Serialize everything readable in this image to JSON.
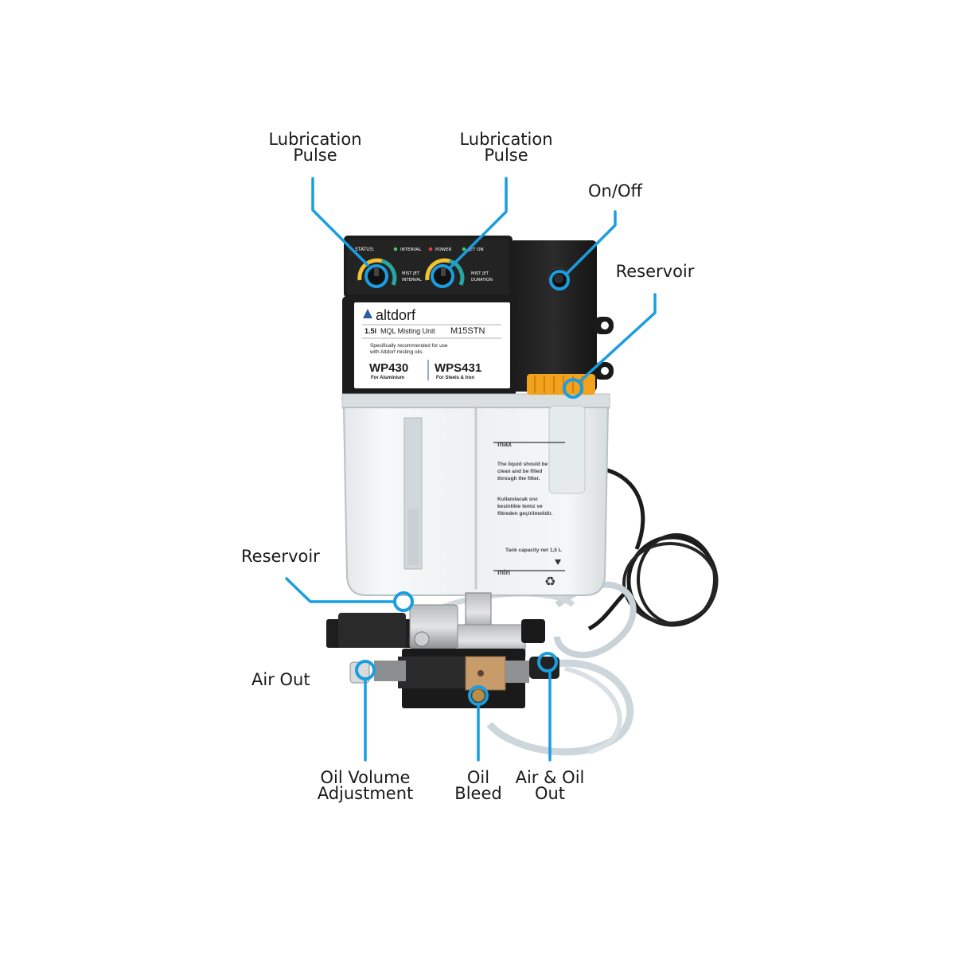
{
  "callouts": [
    {
      "id": "lube1",
      "lines": [
        "Lubrication",
        "Pulse"
      ]
    },
    {
      "id": "lube2",
      "lines": [
        "Lubrication",
        "Pulse"
      ]
    },
    {
      "id": "onoff",
      "lines": [
        "On/Off"
      ]
    },
    {
      "id": "res1",
      "lines": [
        "Reservoir"
      ]
    },
    {
      "id": "res2",
      "lines": [
        "Reservoir"
      ]
    },
    {
      "id": "airout",
      "lines": [
        "Air Out"
      ]
    },
    {
      "id": "oilvol",
      "lines": [
        "Oil Volume",
        "Adjustment"
      ]
    },
    {
      "id": "oilbleed",
      "lines": [
        "Oil",
        "Bleed"
      ]
    },
    {
      "id": "airoil",
      "lines": [
        "Air & Oil",
        "Out"
      ]
    }
  ],
  "panel": {
    "status": "STATUS:",
    "interval": "INTERVAL",
    "power": "POWER",
    "jet_on": "JET ON",
    "knob1_label": [
      "MIST JET",
      "INTERVAL"
    ],
    "knob2_label": [
      "MIST JET",
      "DURATION"
    ]
  },
  "label": {
    "brand": "altdorf",
    "capacity": "1.5l",
    "unit": "MQL Misting Unit",
    "model": "M15STN",
    "desc1": "Specifically recommended for use",
    "desc2": "with Altdorf misting oils",
    "oil1": "WP430",
    "oil1_sub": "For Aluminium",
    "oil2": "WPS431",
    "oil2_sub": "For Steels & Iron"
  },
  "tank": {
    "max": "max",
    "min": "min",
    "note_en": [
      "The liquid should be",
      "clean and be filled",
      "through the filter."
    ],
    "note_tr": [
      "Kullanılacak sıvı",
      "kesinlikle temiz ve",
      "filtreden geçirilmelidir."
    ],
    "capacity_note": "Tank capacity net 1,5 L"
  },
  "colors": {
    "accent": "#1a9ee0",
    "housing": "#1c1c1c",
    "cap": "#f3a21d",
    "label_bg": "#ffffff",
    "model_blue": "#1f5aa6"
  }
}
